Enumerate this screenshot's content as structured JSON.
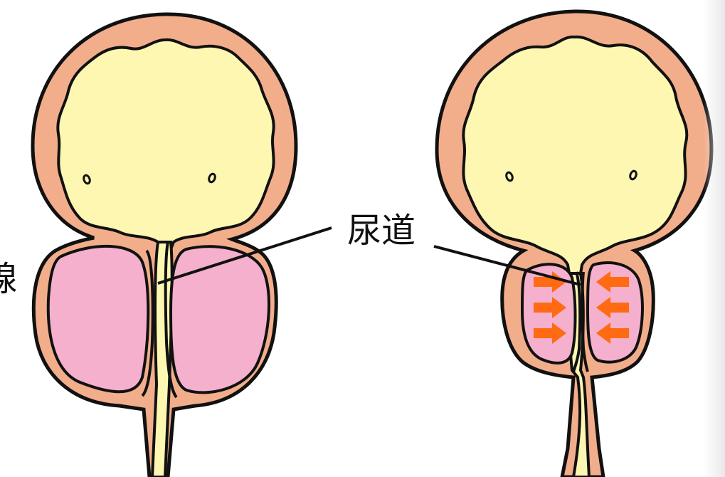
{
  "labels": {
    "urethra": "尿道",
    "left_edge_partial": "腺"
  },
  "colors": {
    "bladder_wall": "#F2AE8B",
    "bladder_lumen": "#FDF7B2",
    "prostate_lobe": "#F4B0CC",
    "compression_arrow": "#FF6A12",
    "outline": "#111111"
  },
  "figures": [
    {
      "name": "normal-prostate"
    },
    {
      "name": "compressed-prostate",
      "arrows_per_side": 3
    }
  ]
}
